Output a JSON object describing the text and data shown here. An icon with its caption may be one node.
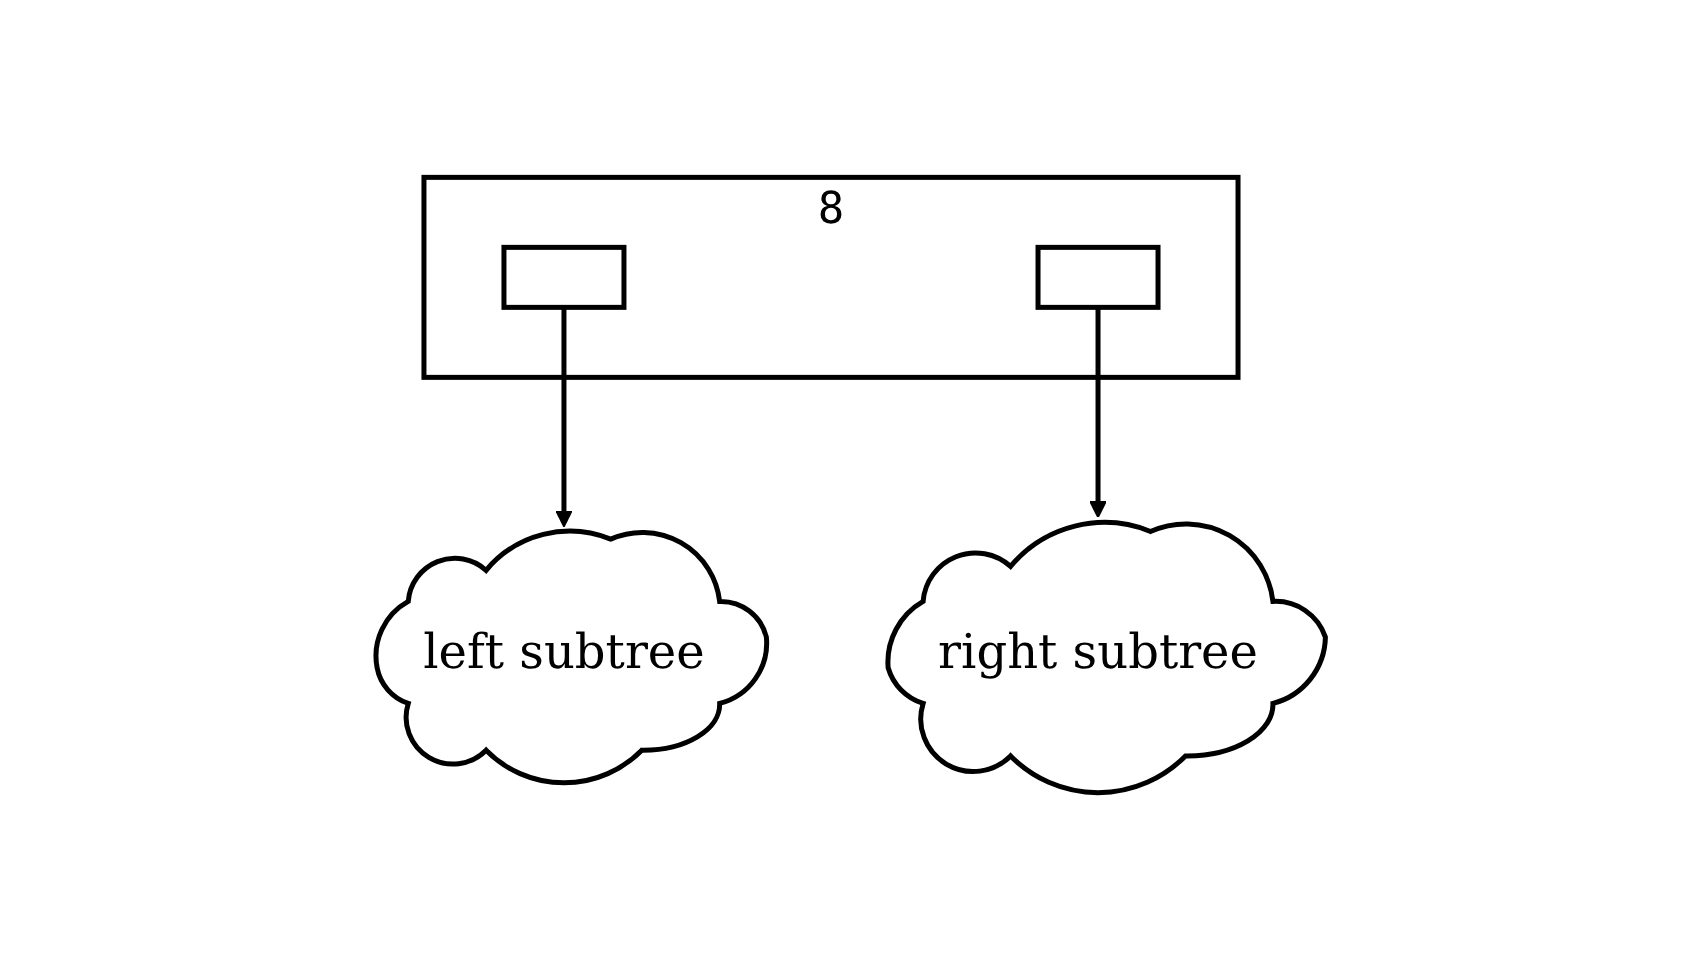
{
  "diagram": {
    "nodes": [
      {
        "text": [
          "8"
        ]
      },
      {
        "text": [],
        "shape": "box",
        "in": 0
      },
      {
        "text": [],
        "shape": "box",
        "in": 0
      },
      {
        "text": [
          "left subtree"
        ]
      },
      {
        "text": [
          "right subtree"
        ]
      }
    ],
    "edges": [
      {
        "from": 1,
        "to": 3,
        "arrow": "to"
      },
      {
        "from": 2,
        "to": 4,
        "arrow": "to"
      }
    ]
  }
}
